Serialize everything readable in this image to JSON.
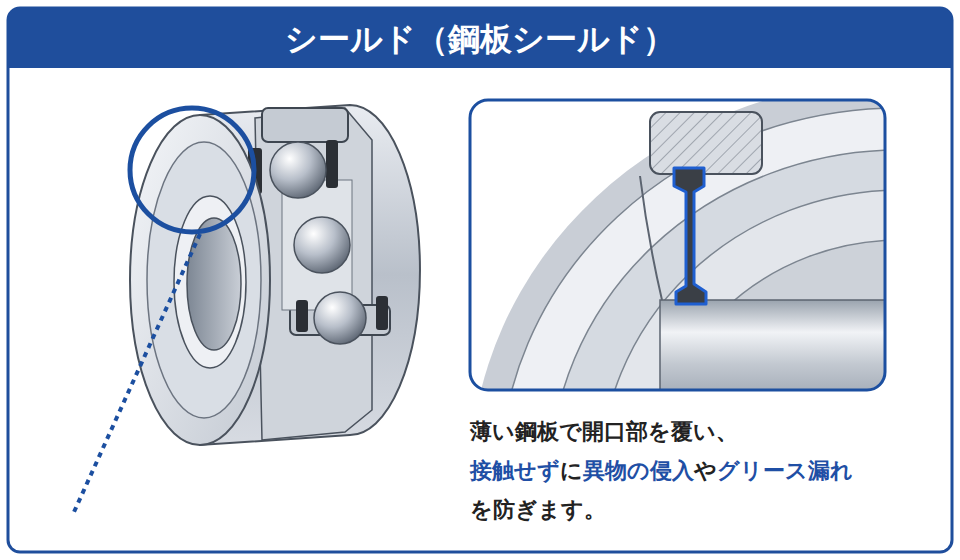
{
  "diagram": {
    "title": "シールド（鋼板シールド）",
    "labels": [
      "薄い鋼板で開口部を覆い、",
      "接触せず",
      "に",
      "異物の侵入",
      "や",
      "グリース漏れ",
      "を防ぎます。"
    ]
  }
}
